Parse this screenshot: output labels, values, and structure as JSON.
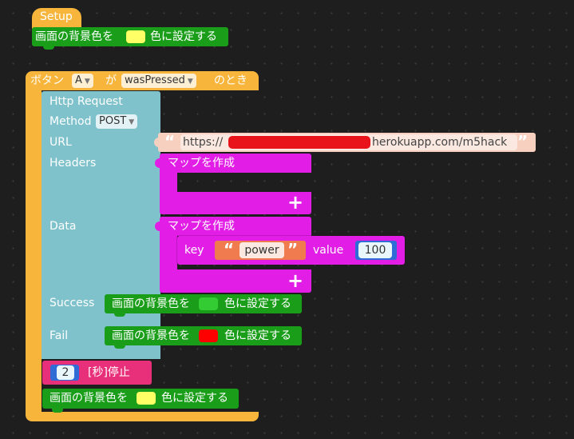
{
  "colors": {
    "event_orange": "#f7b53b",
    "action_green": "#1a9e1a",
    "http_teal": "#7fc2cc",
    "map_magenta": "#e11de6",
    "wait_pink": "#e8307a",
    "string_coral": "#f07b4f",
    "url_peach": "#f8d0bf",
    "swatch_yellow": "#ffff66",
    "swatch_green": "#33cc33",
    "swatch_red": "#ff0000",
    "redaction_red": "#e8141a",
    "canvas_bg": "#1e1e1e"
  },
  "setup": {
    "title": "Setup",
    "bg_block": {
      "prefix": "画面の背景色を",
      "suffix": "色に設定する",
      "swatch_color": "#ffff66"
    }
  },
  "button_event": {
    "prefix": "ボタン",
    "button_value": "A",
    "middle": "が",
    "event_value": "wasPressed",
    "suffix": "のとき"
  },
  "http": {
    "title": "Http Request",
    "method_label": "Method",
    "method_value": "POST",
    "url_label": "URL",
    "url_prefix": "https://",
    "url_suffix": "herokuapp.com/m5hack",
    "headers_label": "Headers",
    "data_label": "Data",
    "success_label": "Success",
    "fail_label": "Fail"
  },
  "quote_open": "“",
  "quote_close": "”",
  "map_create_label": "マップを作成",
  "plus_glyph": "+",
  "pair": {
    "key_label": "key",
    "key_value": "power",
    "value_label": "value",
    "value_value": "100"
  },
  "success_block": {
    "prefix": "画面の背景色を",
    "suffix": "色に設定する",
    "swatch_color": "#33cc33"
  },
  "fail_block": {
    "prefix": "画面の背景色を",
    "suffix": "色に設定する",
    "swatch_color": "#ff0000"
  },
  "wait": {
    "value": "2",
    "label": "[秒]停止"
  },
  "final_block": {
    "prefix": "画面の背景色を",
    "suffix": "色に設定する",
    "swatch_color": "#ffff66"
  },
  "icons": {
    "dropdown": "dropdown-arrow-icon",
    "plus": "plus-icon",
    "quote": "quote-icon"
  }
}
